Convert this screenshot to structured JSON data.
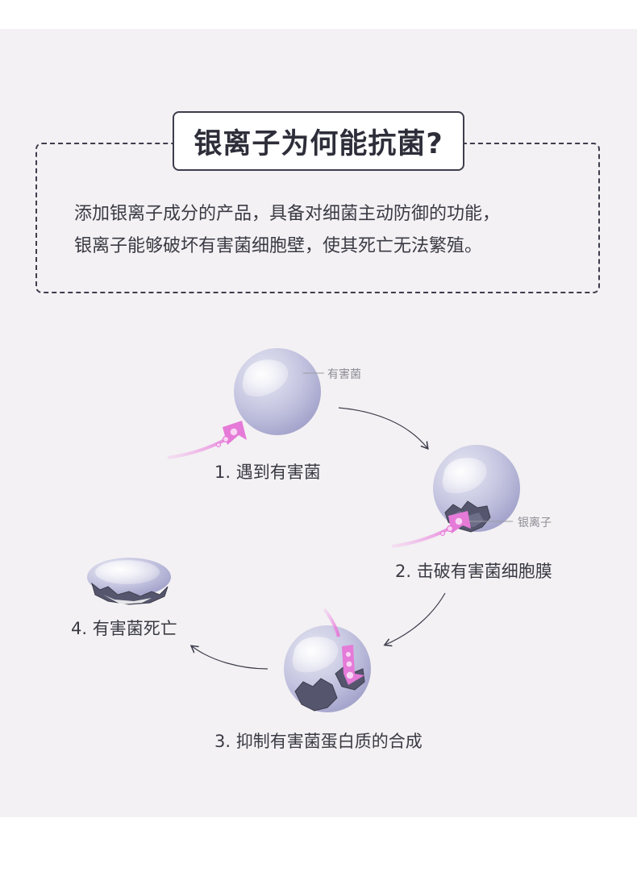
{
  "title": "银离子为何能抗菌?",
  "description": {
    "line1": "添加银离子成分的产品，具备对细菌主动防御的功能，",
    "line2": "银离子能够破坏有害菌细胞壁，使其死亡无法繁殖。"
  },
  "labels": {
    "harmful_bacteria": "有害菌",
    "silver_ion": "银离子"
  },
  "steps": {
    "step1": "1. 遇到有害菌",
    "step2": "2. 击破有害菌细胞膜",
    "step3": "3. 抑制有害菌蛋白质的合成",
    "step4": "4. 有害菌死亡"
  },
  "colors": {
    "panel_bg": "#f3f1f3",
    "accent_pink": "#e57ad8",
    "bacteria": "#b9b9da",
    "dark": "#3d3d4c"
  },
  "icons": [
    "bacteria-sphere",
    "silver-ion-arrow",
    "broken-shell",
    "cycle-arrow"
  ]
}
